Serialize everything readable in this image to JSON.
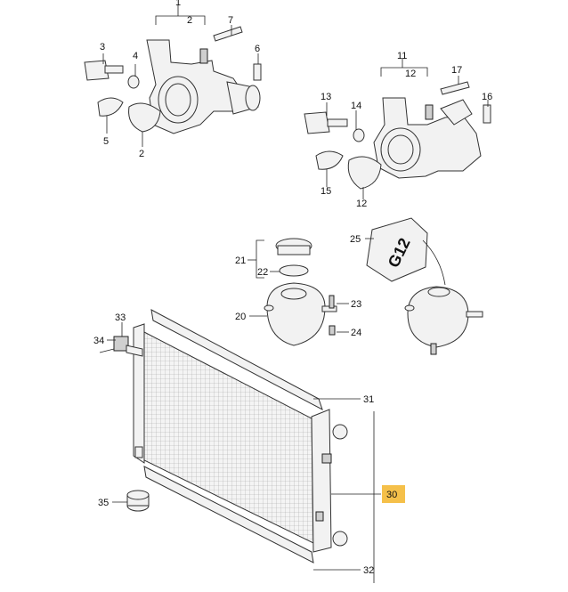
{
  "labels": {
    "l1": "1",
    "l2": "2",
    "l3": "3",
    "l4": "4",
    "l5": "5",
    "l6": "6",
    "l7": "7",
    "l11": "11",
    "l12a": "12",
    "l12b": "12",
    "l13": "13",
    "l14": "14",
    "l15": "15",
    "l16": "16",
    "l17": "17",
    "l20": "20",
    "l21": "21",
    "l22": "22",
    "l23": "23",
    "l24": "24",
    "l25": "25",
    "l30": "30",
    "l31": "31",
    "l32": "32",
    "l33": "33",
    "l34": "34",
    "l35": "35",
    "l2b": "2"
  },
  "tag_text": "G12",
  "colors": {
    "highlight": "#f5c04a",
    "line": "#222222",
    "part_fill": "#f2f2f2"
  }
}
